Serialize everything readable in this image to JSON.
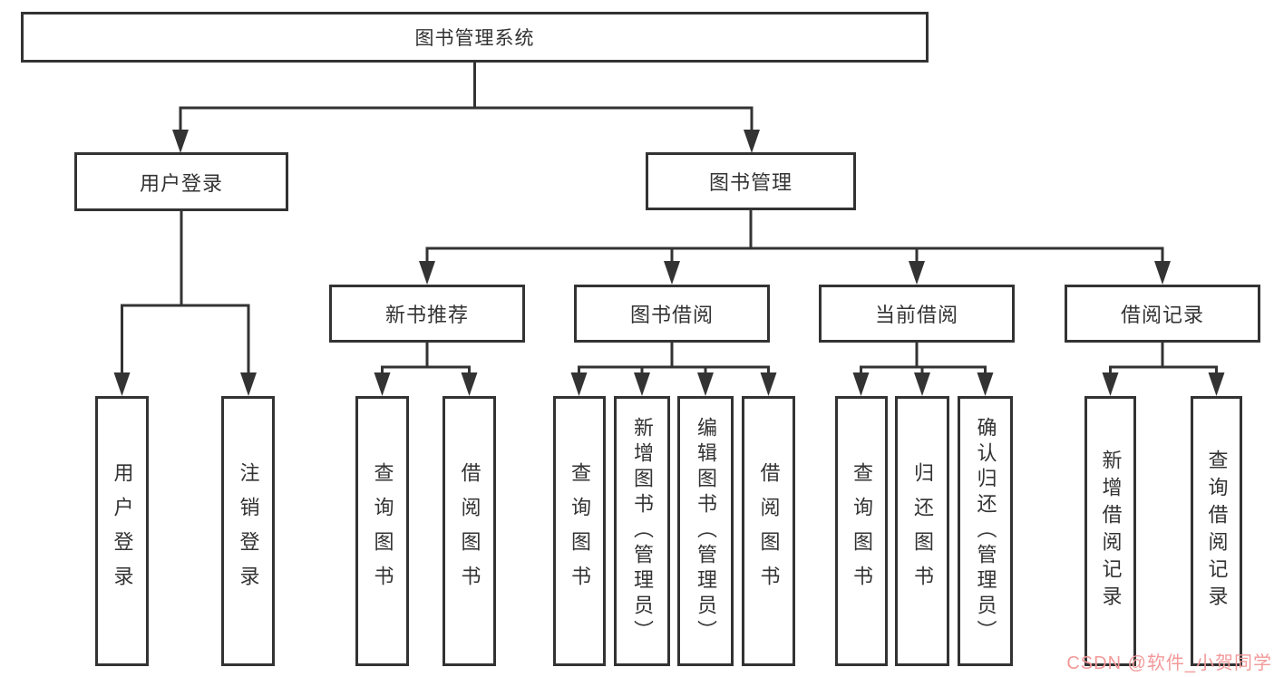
{
  "diagram": {
    "root": {
      "label": "图书管理系统"
    },
    "level2": [
      {
        "label": "用户登录"
      },
      {
        "label": "图书管理"
      }
    ],
    "level3": [
      {
        "label": "新书推荐",
        "parent": "图书管理"
      },
      {
        "label": "图书借阅",
        "parent": "图书管理"
      },
      {
        "label": "当前借阅",
        "parent": "图书管理"
      },
      {
        "label": "借阅记录",
        "parent": "图书管理"
      }
    ],
    "leaves": [
      {
        "label": "用户登录",
        "parent": "用户登录"
      },
      {
        "label": "注销登录",
        "parent": "用户登录"
      },
      {
        "label": "查询图书",
        "parent": "新书推荐"
      },
      {
        "label": "借阅图书",
        "parent": "新书推荐"
      },
      {
        "label": "查询图书",
        "parent": "图书借阅"
      },
      {
        "label": "新增图书（管理员）",
        "parent": "图书借阅"
      },
      {
        "label": "编辑图书（管理员）",
        "parent": "图书借阅"
      },
      {
        "label": "借阅图书",
        "parent": "图书借阅"
      },
      {
        "label": "查询图书",
        "parent": "当前借阅"
      },
      {
        "label": "归还图书",
        "parent": "当前借阅"
      },
      {
        "label": "确认归还（管理员）",
        "parent": "当前借阅"
      },
      {
        "label": "新增借阅记录",
        "parent": "借阅记录"
      },
      {
        "label": "查询借阅记录",
        "parent": "借阅记录"
      }
    ]
  },
  "watermark": {
    "text": "CSDN @软件_小贺同学"
  },
  "colors": {
    "line": "#333333",
    "text": "#333333",
    "box_background": "#ffffff",
    "watermark": "#f29999",
    "background": "#ffffff"
  }
}
